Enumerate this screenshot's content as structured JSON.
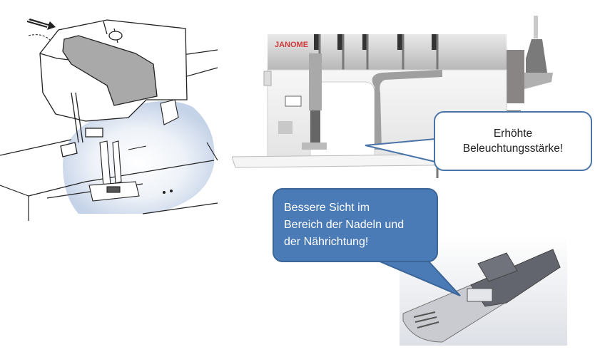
{
  "figures": {
    "left": {
      "label": "sewing-machine-head-light-cover-illustration"
    },
    "front": {
      "label": "janome-machine-front-view",
      "brand": "JANOME"
    },
    "foot": {
      "label": "presser-foot-3d-render"
    }
  },
  "callouts": [
    {
      "lines": [
        "Erhöhte",
        "Beleuchtungsstärke!"
      ],
      "style": "white"
    },
    {
      "lines": [
        "Bessere Sicht im",
        "Bereich der Nadeln und",
        "der Nährichtung!"
      ],
      "style": "blue"
    }
  ],
  "colors": {
    "callout_border": "#4a74a8",
    "callout_blue_fill": "#4a7bb7",
    "brand_red": "#d13a3a",
    "light_glow": "#c9d6ea"
  }
}
